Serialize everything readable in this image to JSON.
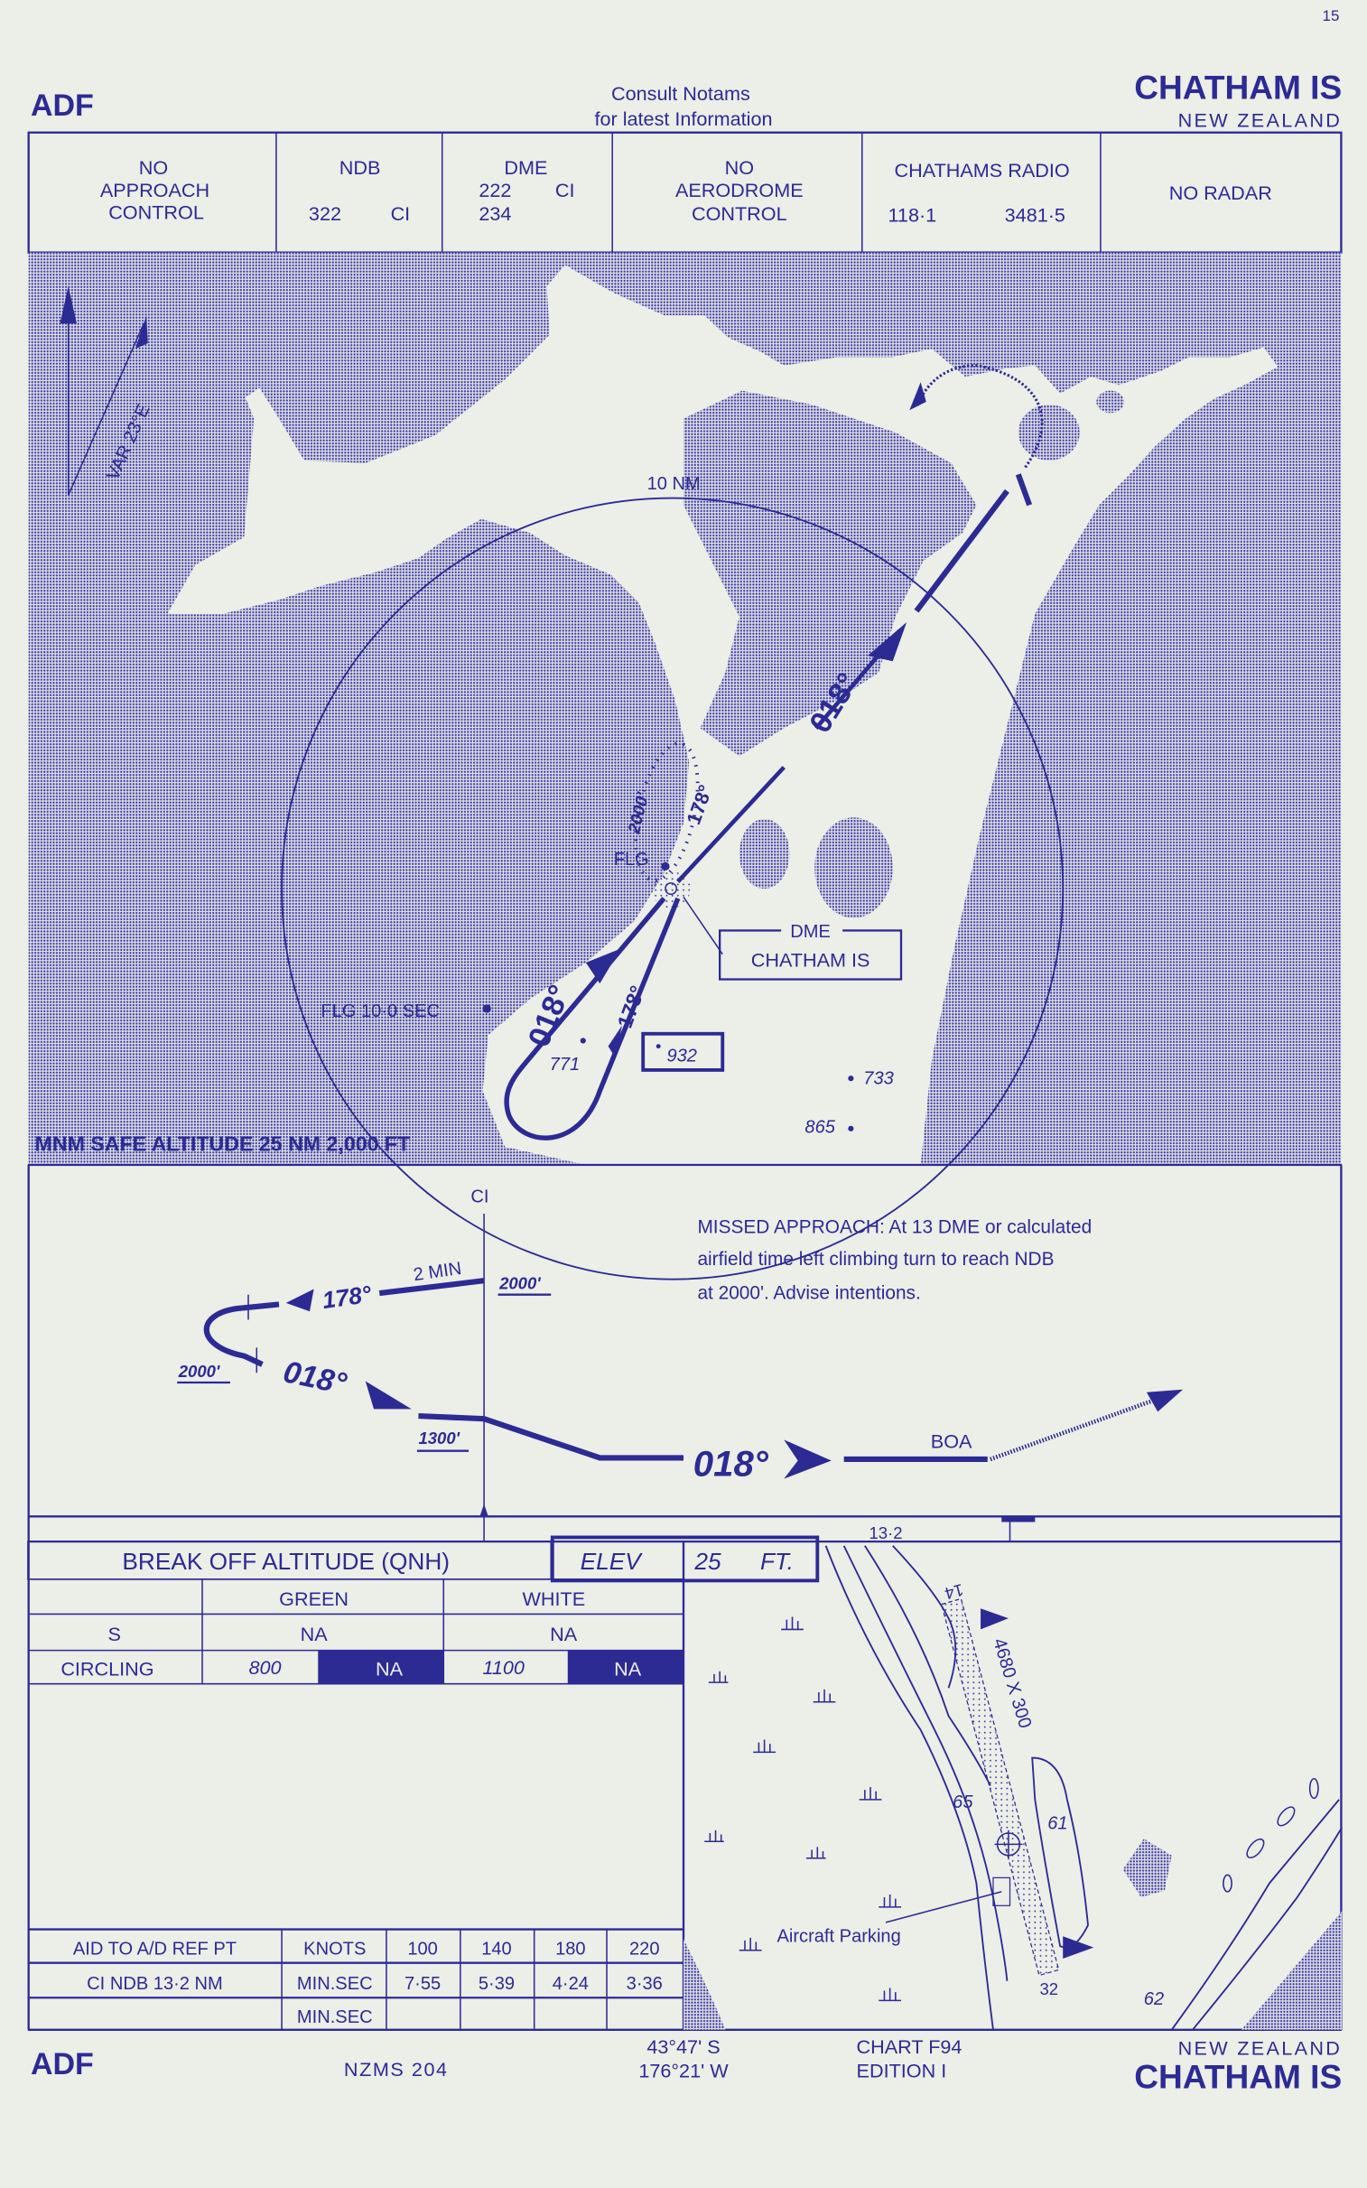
{
  "page_number": "15",
  "header": {
    "procedure": "ADF",
    "notice_line1": "Consult Notams",
    "notice_line2": "for latest Information",
    "airport": "CHATHAM IS",
    "country": "NEW ZEALAND"
  },
  "comms": {
    "approach": [
      "NO",
      "APPROACH",
      "CONTROL"
    ],
    "ndb": {
      "label": "NDB",
      "freq": "322",
      "ident": "CI"
    },
    "dme": {
      "label": "DME",
      "ch1": "222",
      "ident": "CI",
      "ch2": "234"
    },
    "aerodrome": [
      "NO",
      "AERODROME",
      "CONTROL"
    ],
    "radio": {
      "label": "CHATHAMS RADIO",
      "f1": "118·1",
      "f2": "3481·5"
    },
    "radar": "NO RADAR"
  },
  "plan": {
    "var_label": "VAR 23°E",
    "ring_label": "10 NM",
    "inbound_course": "018°",
    "outbound_course": "178°",
    "hold_course": "178°",
    "hold_alt": "2000'",
    "flg_label": "FLG",
    "flg_light": "FLG 10·0 SEC",
    "dme_box_title": "DME",
    "dme_box_name": "CHATHAM IS",
    "spot_771": "771",
    "spot_932": "932",
    "spot_733": "733",
    "spot_865": "865",
    "msa": "MNM SAFE ALTITUDE 25 NM 2,000 FT"
  },
  "profile": {
    "fix": "CI",
    "two_min": "2 MIN",
    "course_out": "178°",
    "course_in": "018°",
    "course_final": "018°",
    "alt_fix": "2000'",
    "alt_turn": "2000'",
    "alt_descent": "1300'",
    "boa": "BOA",
    "distance": "13·2",
    "missed_1": "MISSED APPROACH:  At 13 DME  or  calculated",
    "missed_2": "airfield  time  left  climbing  turn  to  reach  NDB",
    "missed_3": "at  2000'.   Advise  intentions."
  },
  "minima": {
    "title": "BREAK OFF ALTITUDE (QNH)",
    "elev_label": "ELEV",
    "elev_value": "25",
    "elev_unit": "FT.",
    "col_green": "GREEN",
    "col_white": "WHITE",
    "rows": [
      {
        "label": "S",
        "green": "NA",
        "white": "NA"
      },
      {
        "label": "CIRCLING",
        "green": "800",
        "green_alt": "NA",
        "white": "1100",
        "white_alt": "NA"
      }
    ]
  },
  "timing": {
    "header": [
      "AID TO A/D REF PT",
      "KNOTS",
      "100",
      "140",
      "180",
      "220"
    ],
    "row1": [
      "CI NDB  13·2 NM",
      "MIN.SEC",
      "7·55",
      "5·39",
      "4·24",
      "3·36"
    ],
    "row2": [
      "",
      "MIN.SEC",
      "",
      "",
      "",
      ""
    ]
  },
  "aerodrome": {
    "rwy_14": "14",
    "rwy_32": "32",
    "rwy_dims": "4680 X 300",
    "elev_65": "65",
    "elev_61": "61",
    "elev_62": "62",
    "parking": "Aircraft Parking"
  },
  "footer": {
    "procedure": "ADF",
    "map_ref": "NZMS 204",
    "lat": "43°47' S",
    "lon": "176°21' W",
    "chart": "CHART F94",
    "edition": "EDITION I",
    "country": "NEW ZEALAND",
    "airport": "CHATHAM IS"
  },
  "colors": {
    "ink": "#2c2b94",
    "paper": "#eceee8"
  }
}
